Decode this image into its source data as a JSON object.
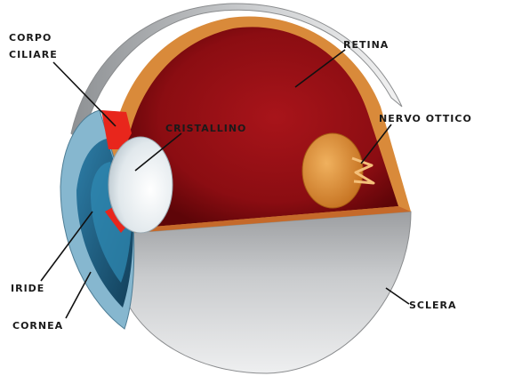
{
  "labels": {
    "corpo": "CORPO",
    "ciliare": "CILIARE",
    "retina": "RETINA",
    "nervo_ottico": "NERVO OTTICO",
    "cristallino": "CRISTALLINO",
    "iride": "IRIDE",
    "cornea": "CORNEA",
    "sclera": "SCLERA"
  },
  "colors": {
    "sclera": "#b9bbbd",
    "retina_interior": "#8b0d12",
    "choroid": "#d98a3a",
    "lens": "#e8eef2",
    "iris": "#1e5f82",
    "cornea": "#7fb3cc",
    "ciliary_body": "#e8261c",
    "optic_nerve": "#e08a2c"
  }
}
